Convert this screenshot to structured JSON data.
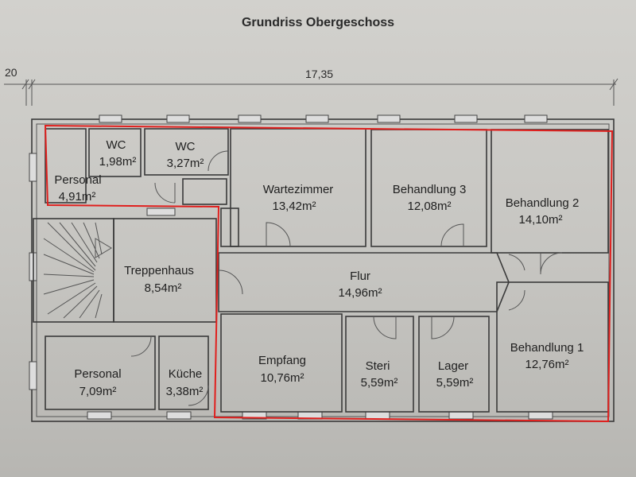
{
  "title": "Grundriss Obergeschoss",
  "dimensions": {
    "offset": "20",
    "width": "17,35"
  },
  "rooms": {
    "personal_top": {
      "name": "Personal",
      "area": "4,91m²"
    },
    "wc1": {
      "name": "WC",
      "area": "1,98m²"
    },
    "wc2": {
      "name": "WC",
      "area": "3,27m²"
    },
    "wartezimmer": {
      "name": "Wartezimmer",
      "area": "13,42m²"
    },
    "behandlung3": {
      "name": "Behandlung 3",
      "area": "12,08m²"
    },
    "behandlung2": {
      "name": "Behandlung 2",
      "area": "14,10m²"
    },
    "treppenhaus": {
      "name": "Treppenhaus",
      "area": "8,54m²"
    },
    "flur": {
      "name": "Flur",
      "area": "14,96m²"
    },
    "behandlung1": {
      "name": "Behandlung 1",
      "area": "12,76m²"
    },
    "empfang": {
      "name": "Empfang",
      "area": "10,76m²"
    },
    "steri": {
      "name": "Steri",
      "area": "5,59m²"
    },
    "lager": {
      "name": "Lager",
      "area": "5,59m²"
    },
    "personal_bottom": {
      "name": "Personal",
      "area": "7,09m²"
    },
    "kueche": {
      "name": "Küche",
      "area": "3,38m²"
    }
  },
  "colors": {
    "highlight": "#e0201e",
    "walls": "#3a3a3a"
  }
}
